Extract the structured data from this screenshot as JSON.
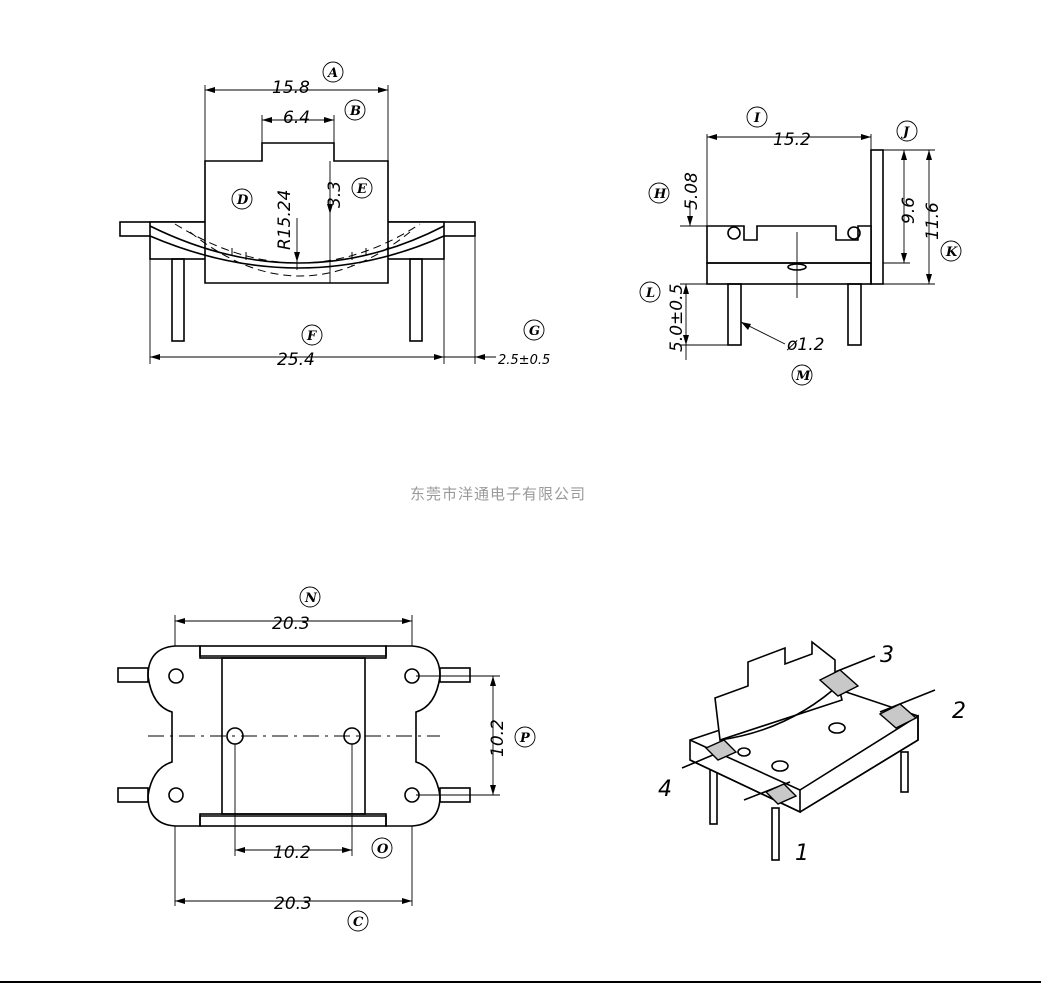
{
  "company": "东莞市洋通电子有限公司",
  "front_view": {
    "dims": {
      "width_top": "15.8",
      "notch_width": "6.4",
      "radius": "R15.24",
      "notch_depth": "3.3",
      "overall_width": "25.4",
      "pin_pitch_tol": "2.5±0.5"
    },
    "labels": {
      "A": "A",
      "B": "B",
      "D": "D",
      "E": "E",
      "F": "F",
      "G": "G"
    }
  },
  "side_view": {
    "dims": {
      "inner_width": "15.2",
      "base_height": "5.08",
      "wall_height": "9.6",
      "total_height": "11.6",
      "pin_length": "5.0±0.5",
      "pin_diameter": "ø1.2"
    },
    "labels": {
      "H": "H",
      "I": "I",
      "J": "J",
      "K": "K",
      "L": "L",
      "M": "M"
    }
  },
  "top_view": {
    "dims": {
      "top_width": "20.3",
      "pin_row_spacing": "10.2",
      "inner_pin_spacing": "10.2",
      "bottom_width": "20.3"
    },
    "labels": {
      "N": "N",
      "O": "O",
      "P": "P",
      "C": "C"
    }
  },
  "iso_view": {
    "pins": [
      "1",
      "2",
      "3",
      "4"
    ]
  }
}
